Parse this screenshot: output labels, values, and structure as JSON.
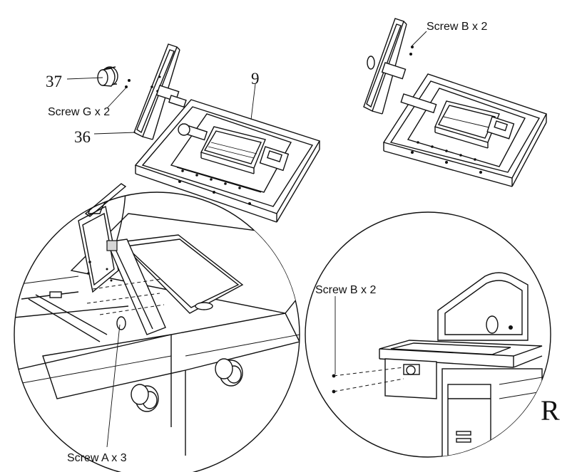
{
  "labels": {
    "part_37": "37",
    "screw_g": "Screw G x 2",
    "part_36": "36",
    "part_9": "9",
    "screw_b_top": "Screw B x 2",
    "screw_b_detail": "Screw B x 2",
    "screw_a": "Screw A x 3",
    "side_r": "R"
  },
  "colors": {
    "line": "#111111",
    "fill": "#ffffff",
    "shade": "#d6d6d6"
  }
}
